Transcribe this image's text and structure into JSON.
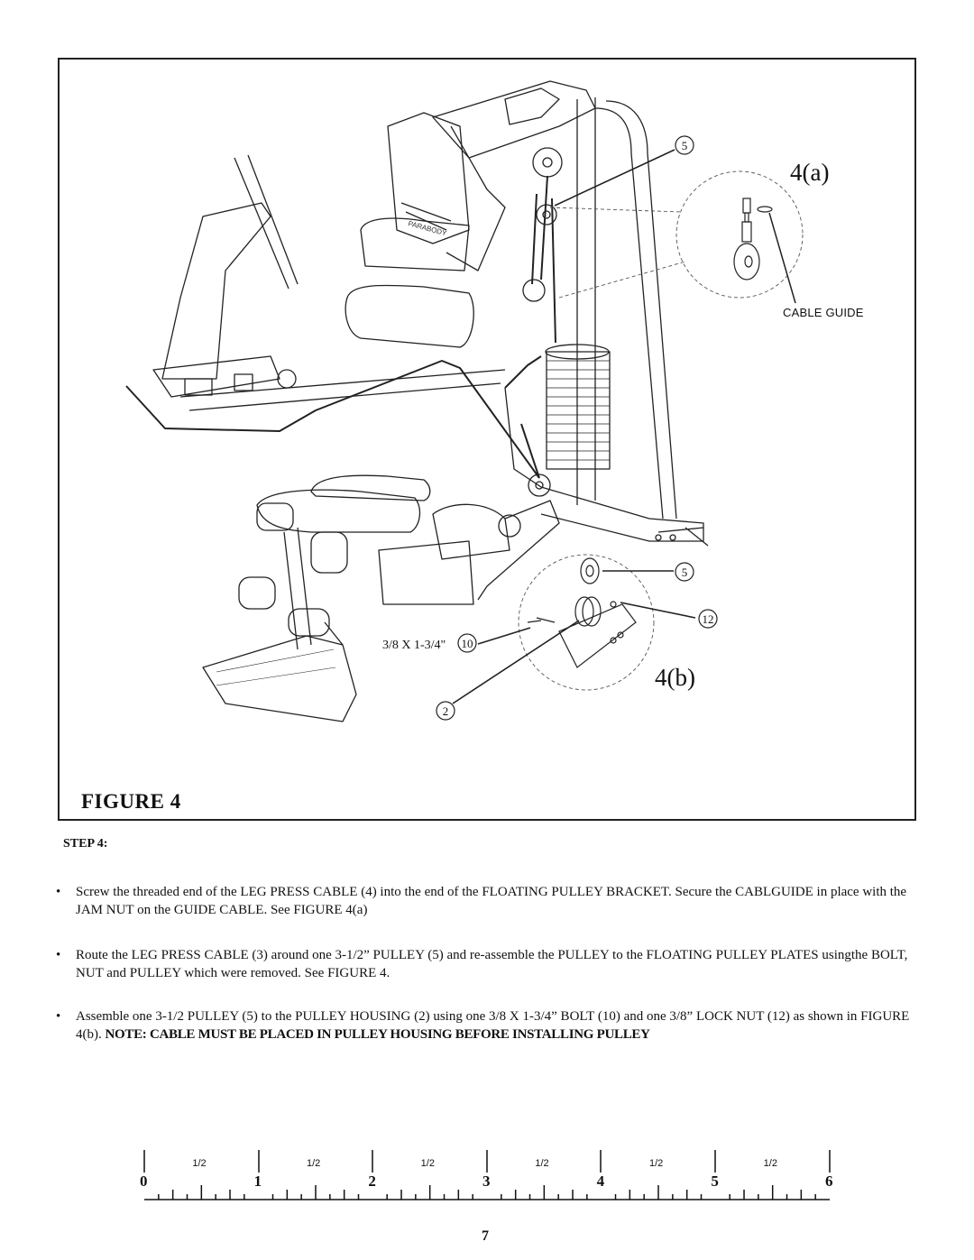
{
  "figure": {
    "title": "FIGURE 4",
    "inset_a_label": "4(a)",
    "inset_b_label": "4(b)",
    "cable_guide_label": "CABLE GUIDE",
    "bolt_label": "3/8 X 1-3/4\"",
    "callouts": {
      "pulley_top": "5",
      "pulley_bottom": "5",
      "lock_nut": "12",
      "bolt": "10",
      "housing": "2"
    },
    "brand_text": "PARABODY"
  },
  "step": {
    "title": "STEP 4:",
    "bullets": [
      {
        "text": "Screw the threaded end of the LEG PRESS CABLE (4)  into the end of the FLOATING PULLEY BRACKET. Secure the CABLGUIDE in place with the JAM NUT on the GUIDE CABLE. See FIGURE 4(a)"
      },
      {
        "text": "Route the LEG PRESS CABLE (3) around one 3-1/2” PULLEY (5) and re-assemble the PULLEY to the FLOATING PULLEY PLATES usingthe BOLT, NUT and PULLEY  which were removed. See FIGURE 4."
      },
      {
        "text": "Assemble one 3-1/2 PULLEY (5) to the PULLEY HOUSING (2) using one  3/8 X 1-3/4” BOLT (10) and one 3/8” LOCK NUT (12) as shown in FIGURE 4(b).",
        "note": "NOTE: CABLE MUST BE PLACED IN PULLEY HOUSING BEFORE INSTALLING PULLEY"
      }
    ]
  },
  "ruler": {
    "inches": [
      "0",
      "1",
      "2",
      "3",
      "4",
      "5",
      "6"
    ],
    "half_label": "1/2"
  },
  "page_number": "7"
}
